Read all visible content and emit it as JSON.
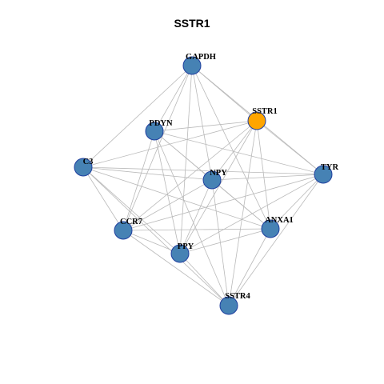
{
  "title": "SSTR1",
  "colors": {
    "node": "#4682b4",
    "highlight": "#ffa500",
    "edge": "#b9b9b9"
  },
  "nodes": [
    {
      "id": "GAPDH",
      "label": "GAPDH"
    },
    {
      "id": "SSTR1",
      "label": "SSTR1",
      "highlight": true
    },
    {
      "id": "PDYN",
      "label": "PDYN"
    },
    {
      "id": "C3",
      "label": "C3"
    },
    {
      "id": "NPY",
      "label": "NPY"
    },
    {
      "id": "TYR",
      "label": "TYR"
    },
    {
      "id": "CCR7",
      "label": "CCR7"
    },
    {
      "id": "ANXA1",
      "label": "ANXA1"
    },
    {
      "id": "PPY",
      "label": "PPY"
    },
    {
      "id": "SSTR4",
      "label": "SSTR4"
    }
  ],
  "edges": [
    [
      "GAPDH",
      "SSTR1"
    ],
    [
      "GAPDH",
      "PDYN"
    ],
    [
      "GAPDH",
      "C3"
    ],
    [
      "GAPDH",
      "NPY"
    ],
    [
      "GAPDH",
      "TYR"
    ],
    [
      "GAPDH",
      "CCR7"
    ],
    [
      "GAPDH",
      "ANXA1"
    ],
    [
      "GAPDH",
      "PPY"
    ],
    [
      "SSTR1",
      "PDYN"
    ],
    [
      "SSTR1",
      "C3"
    ],
    [
      "SSTR1",
      "NPY"
    ],
    [
      "SSTR1",
      "TYR"
    ],
    [
      "SSTR1",
      "CCR7"
    ],
    [
      "SSTR1",
      "ANXA1"
    ],
    [
      "SSTR1",
      "PPY"
    ],
    [
      "SSTR1",
      "SSTR4"
    ],
    [
      "PDYN",
      "TYR"
    ],
    [
      "PDYN",
      "NPY"
    ],
    [
      "PDYN",
      "CCR7"
    ],
    [
      "PDYN",
      "ANXA1"
    ],
    [
      "PDYN",
      "PPY"
    ],
    [
      "PDYN",
      "SSTR4"
    ],
    [
      "C3",
      "NPY"
    ],
    [
      "C3",
      "TYR"
    ],
    [
      "C3",
      "CCR7"
    ],
    [
      "C3",
      "ANXA1"
    ],
    [
      "C3",
      "PPY"
    ],
    [
      "C3",
      "SSTR4"
    ],
    [
      "NPY",
      "TYR"
    ],
    [
      "NPY",
      "CCR7"
    ],
    [
      "NPY",
      "ANXA1"
    ],
    [
      "NPY",
      "PPY"
    ],
    [
      "NPY",
      "SSTR4"
    ],
    [
      "TYR",
      "CCR7"
    ],
    [
      "TYR",
      "ANXA1"
    ],
    [
      "TYR",
      "PPY"
    ],
    [
      "TYR",
      "SSTR4"
    ],
    [
      "CCR7",
      "ANXA1"
    ],
    [
      "CCR7",
      "PPY"
    ],
    [
      "CCR7",
      "SSTR4"
    ],
    [
      "ANXA1",
      "PPY"
    ],
    [
      "ANXA1",
      "SSTR4"
    ],
    [
      "PPY",
      "SSTR4"
    ]
  ]
}
